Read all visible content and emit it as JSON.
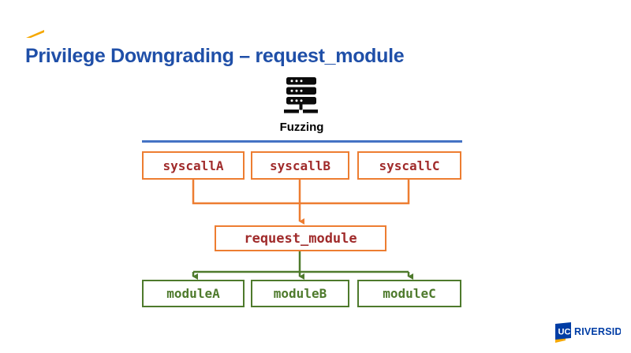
{
  "slide": {
    "title": "Privilege Downgrading – request_module",
    "title_color": "#1F4FA8",
    "accent_color": "#F5A800",
    "background": "#ffffff"
  },
  "fuzzing": {
    "icon": "server-stack-icon",
    "label": "Fuzzing",
    "rule_color": "#4472C4"
  },
  "diagram": {
    "syscall_color": "#ED7D31",
    "syscall_text_color": "#A02B2B",
    "module_color": "#4E7A2C",
    "syscalls": [
      {
        "label": "syscallA"
      },
      {
        "label": "syscallB"
      },
      {
        "label": "syscallC"
      }
    ],
    "kernel_function": {
      "label": "request_module"
    },
    "modules": [
      {
        "label": "moduleA"
      },
      {
        "label": "moduleB"
      },
      {
        "label": "moduleC"
      }
    ]
  },
  "logo": {
    "mark": "UC",
    "wordmark": "RIVERSIDE",
    "mark_color": "#003DA5",
    "accent_color": "#F5A800"
  }
}
